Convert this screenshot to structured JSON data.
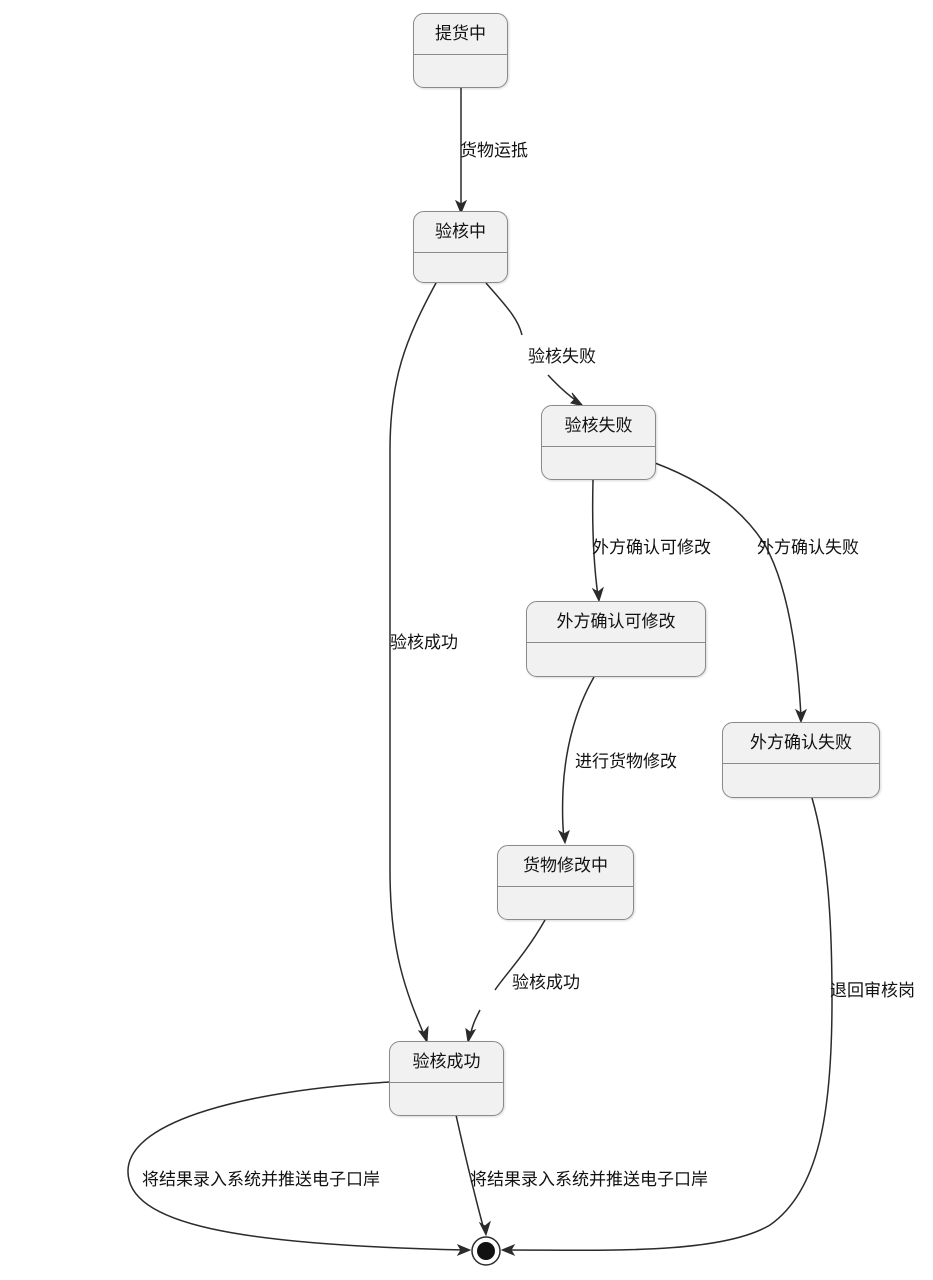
{
  "states": {
    "picking": "提货中",
    "verifying": "验核中",
    "verify_failed": "验核失败",
    "ext_modifiable": "外方确认可修改",
    "ext_failed": "外方确认失败",
    "modifying": "货物修改中",
    "verify_success": "验核成功"
  },
  "transitions": {
    "picking_to_verifying": "货物运抵",
    "verifying_to_failed": "验核失败",
    "verifying_to_success": "验核成功",
    "failed_to_modifiable": "外方确认可修改",
    "failed_to_ext_failed": "外方确认失败",
    "modifiable_to_modifying": "进行货物修改",
    "modifying_to_success": "验核成功",
    "ext_failed_to_end": "退回审核岗",
    "success_to_end_left": "将结果录入系统并推送电子口岸",
    "success_to_end_right": "将结果录入系统并推送电子口岸"
  },
  "colors": {
    "state_fill": "#f1f1f1",
    "state_border": "#8a8a8a",
    "edge": "#2b2b2b"
  }
}
